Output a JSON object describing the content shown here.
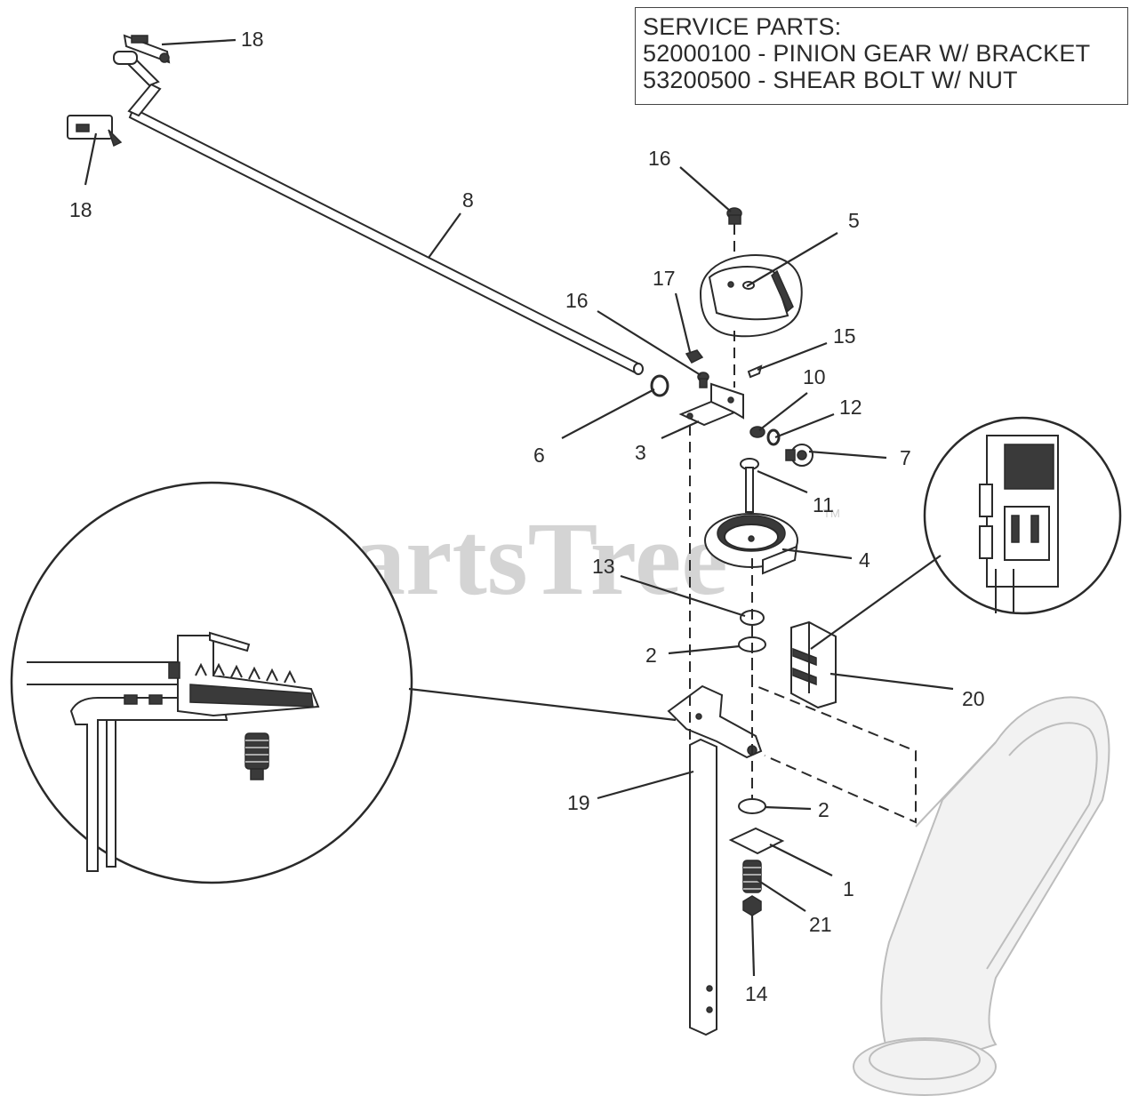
{
  "service_parts": {
    "heading": "SERVICE PARTS:",
    "items": [
      "52000100 - PINION GEAR W/ BRACKET",
      "53200500 - SHEAR BOLT W/ NUT"
    ]
  },
  "watermark": {
    "text": "PartsTree",
    "tm": "TM"
  },
  "callouts": {
    "c18a": "18",
    "c18b": "18",
    "c8": "8",
    "c16a": "16",
    "c5": "5",
    "c17": "17",
    "c16b": "16",
    "c15": "15",
    "c10": "10",
    "c12": "12",
    "c7": "7",
    "c6": "6",
    "c3": "3",
    "c11": "11",
    "c4": "4",
    "c13": "13",
    "c2a": "2",
    "c20": "20",
    "c19": "19",
    "c2b": "2",
    "c1": "1",
    "c21": "21",
    "c14": "14"
  }
}
